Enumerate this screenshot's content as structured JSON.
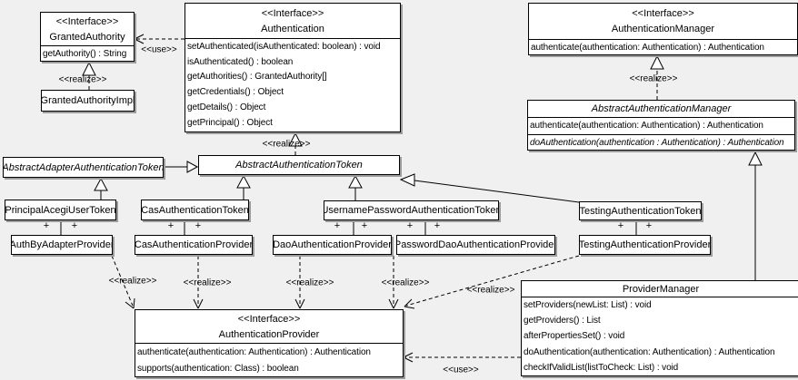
{
  "diagram": {
    "plus": "+",
    "classes": {
      "granted_authority": {
        "stereotype": "<<Interface>>",
        "name": "GrantedAuthority",
        "methods": [
          "getAuthority() : String"
        ]
      },
      "granted_authority_impl": {
        "name": "GrantedAuthorityImpl"
      },
      "authentication": {
        "stereotype": "<<Interface>>",
        "name": "Authentication",
        "methods": [
          "setAuthenticated(isAuthenticated: boolean) : void",
          "isAuthenticated() : boolean",
          "getAuthorities() : GrantedAuthority[]",
          "getCredentials() : Object",
          "getDetails() : Object",
          "getPrincipal() : Object"
        ]
      },
      "authentication_manager": {
        "stereotype": "<<Interface>>",
        "name": "AuthenticationManager",
        "methods": [
          "authenticate(authentication: Authentication) : Authentication"
        ]
      },
      "abstract_authentication_manager": {
        "name": "AbstractAuthenticationManager",
        "methods": [
          "authenticate(authentication: Authentication) : Authentication",
          "doAuthentication(authentication : Authentication) : Authentication"
        ]
      },
      "abstract_adapter_authentication_token": {
        "name": "AbstractAdapterAuthenticationToken"
      },
      "abstract_authentication_token": {
        "name": "AbstractAuthenticationToken"
      },
      "principal_acegi_user_token": {
        "name": "PrincipalAcegiUserToken"
      },
      "cas_authentication_token": {
        "name": "CasAuthenticationToken"
      },
      "username_password_authentication_token": {
        "name": "UsernamePasswordAuthenticationToken"
      },
      "testing_authentication_token": {
        "name": "TestingAuthenticationToken"
      },
      "auth_by_adapter_provider": {
        "name": "AuthByAdapterProvider"
      },
      "cas_authentication_provider": {
        "name": "CasAuthenticationProvider"
      },
      "dao_authentication_provider": {
        "name": "DaoAuthenticationProvider"
      },
      "password_dao_authentication_provider": {
        "name": "PasswordDaoAuthenticationProvider"
      },
      "testing_authentication_provider": {
        "name": "TestingAuthenticationProvider"
      },
      "provider_manager": {
        "name": "ProviderManager",
        "methods": [
          "setProviders(newList: List) : void",
          "getProviders() : List",
          "afterPropertiesSet() : void",
          "doAuthentication(authentication: Authentication) : Authentication",
          "checkIfValidList(listToCheck: List) : void"
        ]
      },
      "authentication_provider": {
        "stereotype": "<<Interface>>",
        "name": "AuthenticationProvider",
        "methods": [
          "authenticate(authentication: Authentication) : Authentication",
          "supports(authentication: Class) : boolean"
        ]
      }
    },
    "edge_labels": {
      "use_granted": "<<use>>",
      "realize_granted": "<<realize>>",
      "realize_token": "<<realize>>",
      "realize_manager": "<<realize>>",
      "realize_auth_by_adapter": "<<realize>>",
      "realize_cas": "<<realize>>",
      "realize_dao": "<<realize>>",
      "realize_password_dao": "<<realize>>",
      "realize_testing": "<<realize>>",
      "use_provider": "<<use>>"
    }
  }
}
